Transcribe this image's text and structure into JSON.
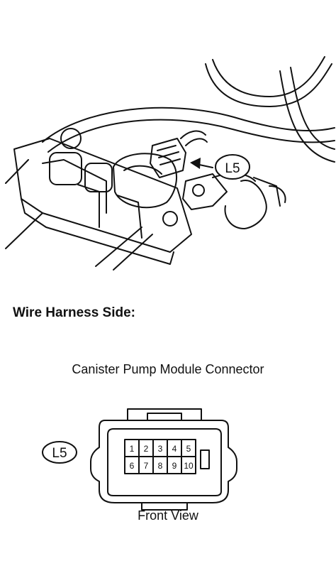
{
  "illustration": {
    "callout": "L5"
  },
  "wire_harness_heading": "Wire Harness Side:",
  "connector": {
    "title": "Canister Pump Module Connector",
    "label": "L5",
    "pins_top": [
      "1",
      "2",
      "3",
      "4",
      "5"
    ],
    "pins_bottom": [
      "6",
      "7",
      "8",
      "9",
      "10"
    ],
    "view_label": "Front View"
  }
}
